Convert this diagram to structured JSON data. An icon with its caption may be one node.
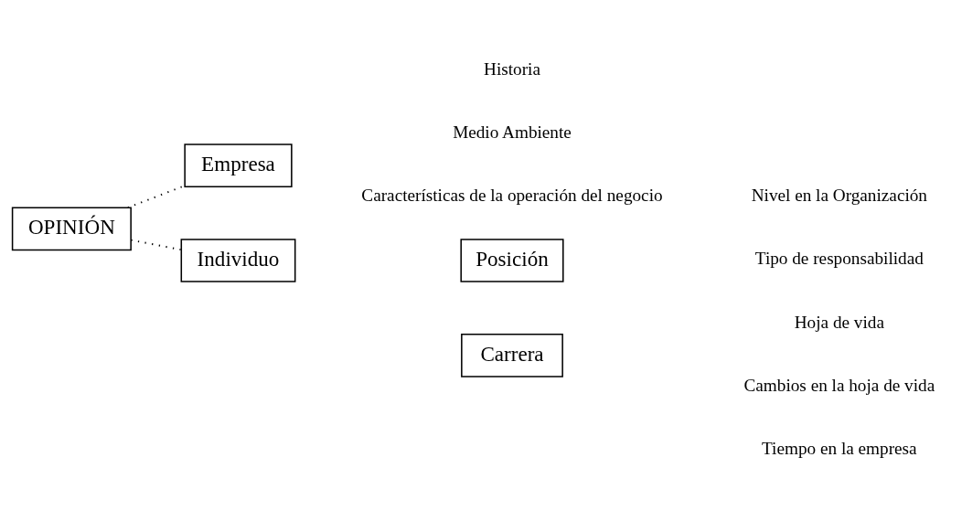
{
  "diagram": {
    "nodes": [
      {
        "text": [
          "OPINIÓN"
        ]
      },
      {
        "text": [
          "Empresa"
        ]
      },
      {
        "text": [
          "Individuo"
        ]
      },
      {
        "text": [
          "Posición"
        ]
      },
      {
        "text": [
          "Carrera"
        ]
      }
    ],
    "edges": [
      {
        "from": 0,
        "to": 1,
        "arrow": "none",
        "style": "dashed"
      },
      {
        "from": 0,
        "to": 2,
        "arrow": "none",
        "style": "dashed"
      }
    ],
    "labels": [
      "Historia",
      "Medio Ambiente",
      "Características de la operación del negocio",
      "Nivel en la Organización",
      "Tipo de responsabilidad",
      "Hoja de vida",
      "Cambios en la hoja de vida",
      "Tiempo en la empresa"
    ]
  }
}
